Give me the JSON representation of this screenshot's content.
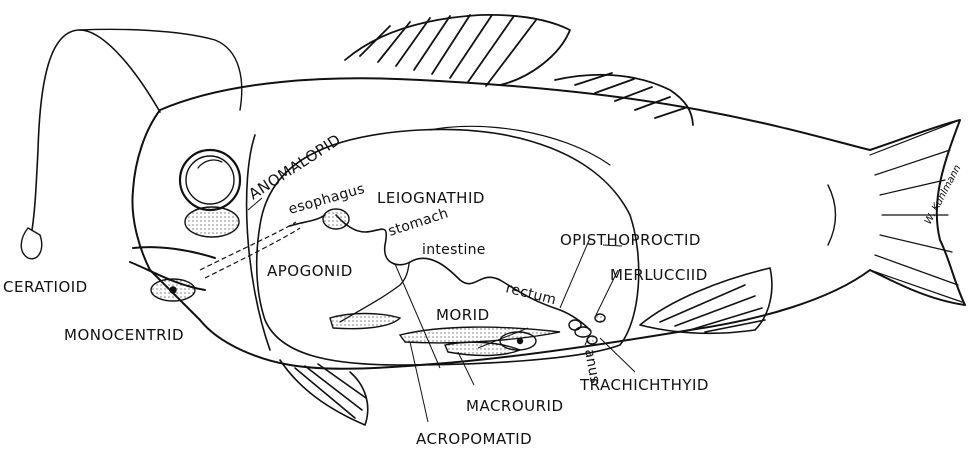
{
  "labels": {
    "ceratioid": "CERATIOID",
    "anomalopid": "ANOMALOPID",
    "esophagus": "esophagus",
    "leiognathid": "LEIOGNATHID",
    "stomach": "stomach",
    "intestine": "intestine",
    "rectum": "rectum",
    "opisthoproctid": "OPISTHOPROCTID",
    "merlucciid": "MERLUCCIID",
    "apogonid": "APOGONID",
    "morid": "MORID",
    "monocentrid": "MONOCENTRID",
    "anus": "anus",
    "trachichthyid": "TRACHICHTHYID",
    "macrourid": "MACROURID",
    "acropomatid": "ACROPOMATID",
    "signature": "W. Kuhlmann"
  },
  "colors": {
    "ink": "#111111",
    "paper": "#ffffff"
  }
}
